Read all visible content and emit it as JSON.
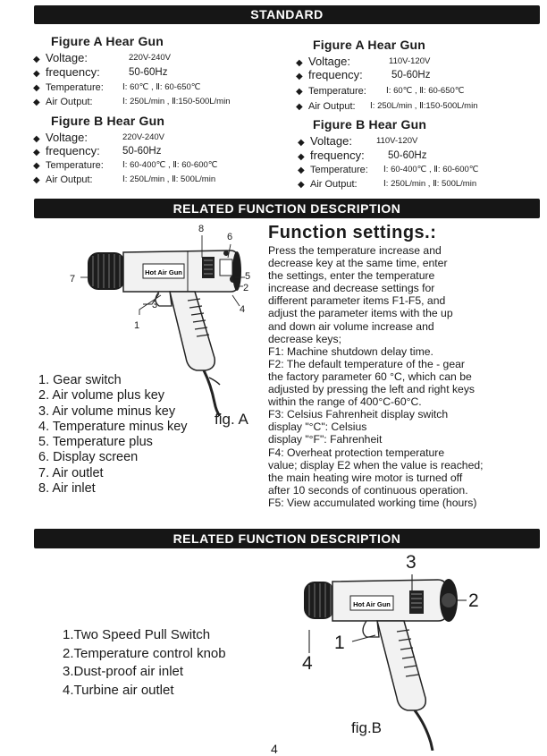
{
  "standard": {
    "header": "STANDARD",
    "left": {
      "figA": {
        "title": "Figure A Hear Gun",
        "voltage_label": "Voltage:",
        "voltage": "220V-240V",
        "frequency_label": "frequency:",
        "frequency": "50-60Hz",
        "temperature_label": "Temperature:",
        "temperature": "Ⅰ: 60℃ ,      Ⅱ: 60-650℃",
        "air_label": "Air Output:",
        "air": "Ⅰ: 250L/min , Ⅱ:150-500L/min"
      },
      "figB": {
        "title": "Figure B Hear Gun",
        "voltage_label": "Voltage:",
        "voltage": "220V-240V",
        "frequency_label": "frequency:",
        "frequency": "50-60Hz",
        "temperature_label": "Temperature:",
        "temperature": "Ⅰ: 60-400℃ , Ⅱ: 60-600℃",
        "air_label": "Air Output:",
        "air": "Ⅰ: 250L/min , Ⅱ: 500L/min"
      }
    },
    "right": {
      "figA": {
        "title": "Figure A Hear Gun",
        "voltage_label": "Voltage:",
        "voltage": "110V-120V",
        "frequency_label": "frequency:",
        "frequency": "50-60Hz",
        "temperature_label": "Temperature:",
        "temperature": "Ⅰ: 60℃ ,       Ⅱ: 60-650℃",
        "air_label": "Air Output:",
        "air": "Ⅰ: 250L/min , Ⅱ:150-500L/min"
      },
      "figB": {
        "title": "Figure B Hear Gun",
        "voltage_label": "Voltage:",
        "voltage": "110V-120V",
        "frequency_label": "frequency:",
        "frequency": "50-60Hz",
        "temperature_label": "Temperature:",
        "temperature": "Ⅰ: 60-400℃ , Ⅱ: 60-600℃",
        "air_label": "Air Output:",
        "air": "Ⅰ: 250L/min , Ⅱ: 500L/min"
      }
    }
  },
  "section1": {
    "header": "RELATED FUNCTION DESCRIPTION",
    "fig_label": "fig. A",
    "gun_label": "Hot Air Gun",
    "callouts": [
      "1",
      "2",
      "3",
      "4",
      "5",
      "6",
      "7",
      "8"
    ],
    "list": [
      "1. Gear switch",
      "2. Air volume plus key",
      "3. Air volume minus key",
      "4. Temperature minus key",
      "5. Temperature plus",
      "6. Display screen",
      "7. Air outlet",
      "8. Air inlet"
    ],
    "function_title": "Function settings.:",
    "function_lines": [
      "Press the temperature increase and",
      "decrease key at the same time, enter",
      "the settings, enter the temperature",
      "increase and decrease settings for",
      "different parameter items F1-F5, and",
      "adjust the parameter items with the up",
      "and down air volume increase and",
      "decrease keys;",
      "F1: Machine shutdown delay time.",
      "F2: The default temperature of the - gear",
      "the factory parameter 60 °C, which can be",
      "adjusted by pressing the left and right keys",
      "within the range of 400°C-60°C.",
      "F3: Celsius Fahrenheit display switch",
      "display \"°C\": Celsius",
      "display \"°F\": Fahrenheit",
      "F4: Overheat protection temperature",
      "value; display E2 when the value is reached;",
      "the main heating wire motor is turned off",
      "after 10 seconds of continuous operation.",
      "F5: View accumulated working time (hours)"
    ]
  },
  "section2": {
    "header": "RELATED FUNCTION DESCRIPTION",
    "fig_label": "fig.B",
    "gun_label": "Hot Air Gun",
    "callouts": [
      "1",
      "2",
      "3",
      "4"
    ],
    "list": [
      "1.Two Speed Pull Switch",
      "2.Temperature control knob",
      "3.Dust-proof air inlet",
      "4.Turbine air outlet"
    ]
  },
  "footer": {
    "page_number": "4"
  }
}
